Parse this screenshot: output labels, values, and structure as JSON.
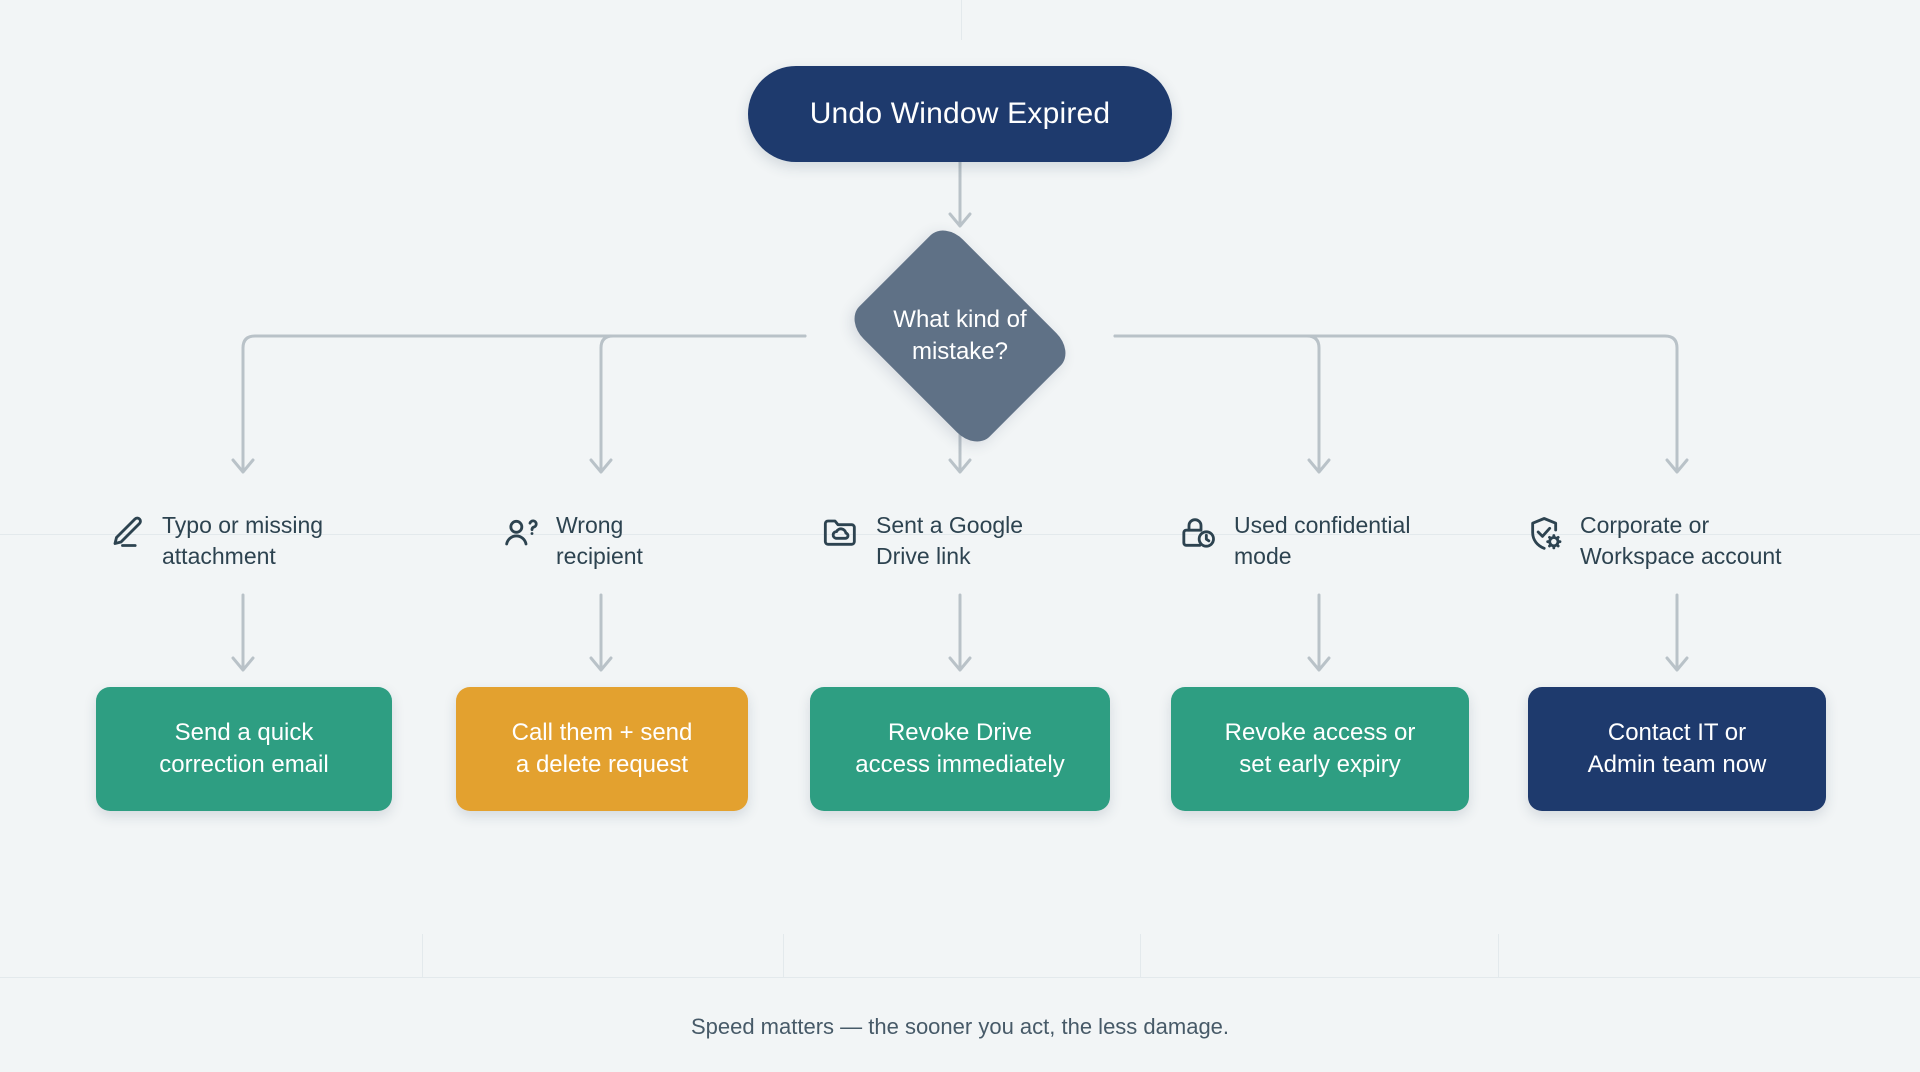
{
  "canvas": {
    "background": "#f2f5f6",
    "grid_color": "#e3e9ec"
  },
  "root": {
    "label": "Undo Window Expired",
    "color": "#1e3a6d",
    "text_color": "#ffffff"
  },
  "decision": {
    "label": "What kind of\nmistake?",
    "line1": "What kind of",
    "line2": "mistake?",
    "color": "#5f7186",
    "text_color": "#ffffff"
  },
  "connector": {
    "color": "#b9c2c8",
    "width": 3
  },
  "branches": [
    {
      "icon": "pencil-edit-icon",
      "label": "Typo or missing\nattachment",
      "outcome": "Send a quick\ncorrection email",
      "outcome_color": "#2e9e82",
      "outcome_text_color": "#ffffff"
    },
    {
      "icon": "person-question-icon",
      "label": "Wrong\nrecipient",
      "outcome": "Call them + send\na delete request",
      "outcome_color": "#e3a12f",
      "outcome_text_color": "#ffffff"
    },
    {
      "icon": "folder-cloud-icon",
      "label": "Sent a Google\nDrive link",
      "outcome": "Revoke Drive\naccess immediately",
      "outcome_color": "#2e9e82",
      "outcome_text_color": "#ffffff"
    },
    {
      "icon": "lock-clock-icon",
      "label": "Used confidential\nmode",
      "outcome": "Revoke access or\nset early expiry",
      "outcome_color": "#2e9e82",
      "outcome_text_color": "#ffffff"
    },
    {
      "icon": "shield-check-gear-icon",
      "label": "Corporate or\nWorkspace account",
      "outcome": "Contact IT or\nAdmin team now",
      "outcome_color": "#1e3a6d",
      "outcome_text_color": "#ffffff"
    }
  ],
  "footer": {
    "caption": "Speed matters — the sooner you act, the less damage."
  }
}
